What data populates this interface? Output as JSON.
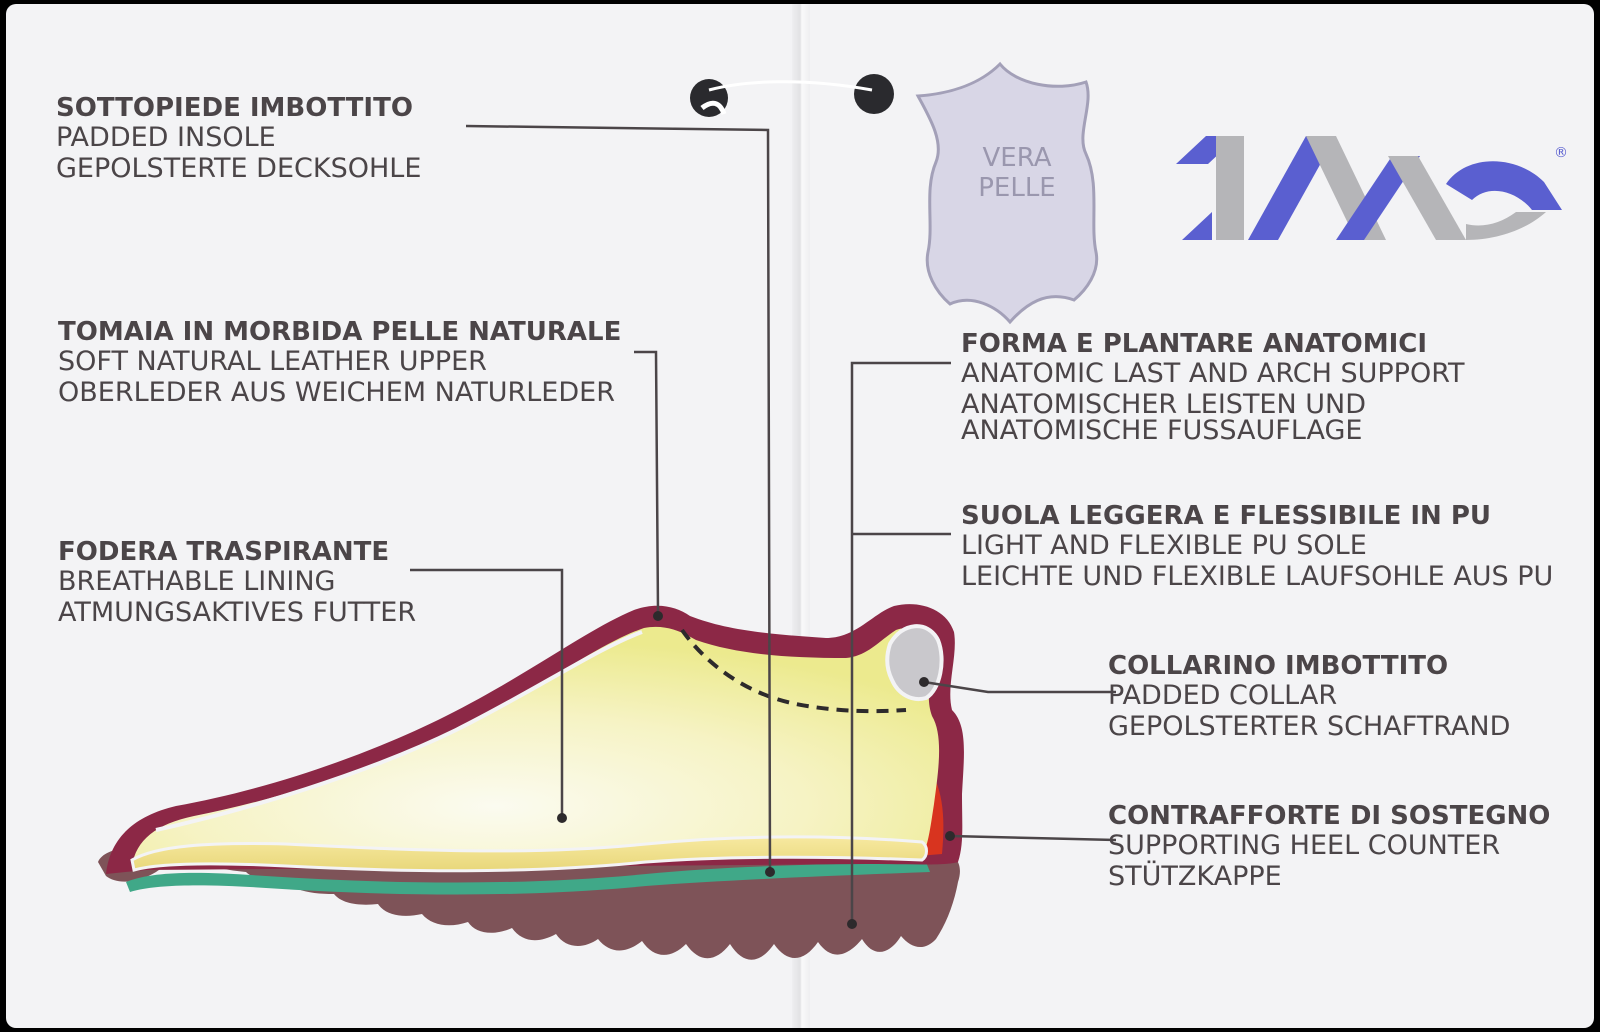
{
  "leather_badge": {
    "line1": "VERA",
    "line2": "PELLE"
  },
  "brand": {
    "name": "IMAC",
    "mark": "®"
  },
  "colors": {
    "card": "#f3f3f5",
    "text": "#4b4548",
    "upper": "#8c2846",
    "sole": "#7e5358",
    "insole_band": "#40a888",
    "lining": "#f2ee9e",
    "heel_counter": "#d8341f",
    "logo_blue": "#5a5fd0",
    "logo_grey": "#b5b5b8",
    "badge_fill": "#d8d6e6",
    "badge_stroke": "#a3a0b8"
  },
  "labels": {
    "insole": {
      "it": "SOTTOPIEDE IMBOTTITO",
      "en": "PADDED INSOLE",
      "de": "GEPOLSTERTE DECKSOHLE"
    },
    "upper": {
      "it": "TOMAIA IN MORBIDA PELLE NATURALE",
      "en": "SOFT NATURAL LEATHER UPPER",
      "de": "OBERLEDER AUS WEICHEM NATURLEDER"
    },
    "lining": {
      "it": "FODERA TRASPIRANTE",
      "en": "BREATHABLE LINING",
      "de": "ATMUNGSAKTIVES FUTTER"
    },
    "anatomic": {
      "it": "FORMA E PLANTARE ANATOMICI",
      "en": "ANATOMIC LAST AND ARCH SUPPORT",
      "de1": "ANATOMISCHER LEISTEN UND",
      "de2": "ANATOMISCHE FUSSAUFLAGE"
    },
    "sole": {
      "it": "SUOLA LEGGERA E FLESSIBILE IN PU",
      "en": "LIGHT AND FLEXIBLE PU SOLE",
      "de": "LEICHTE UND FLEXIBLE LAUFSOHLE AUS PU"
    },
    "collar": {
      "it": "COLLARINO IMBOTTITO",
      "en": "PADDED COLLAR",
      "de": "GEPOLSTERTER SCHAFTRAND"
    },
    "heel_counter": {
      "it": "CONTRAFFORTE DI SOSTEGNO",
      "en": "SUPPORTING HEEL COUNTER",
      "de": "STÜTZKAPPE"
    }
  }
}
